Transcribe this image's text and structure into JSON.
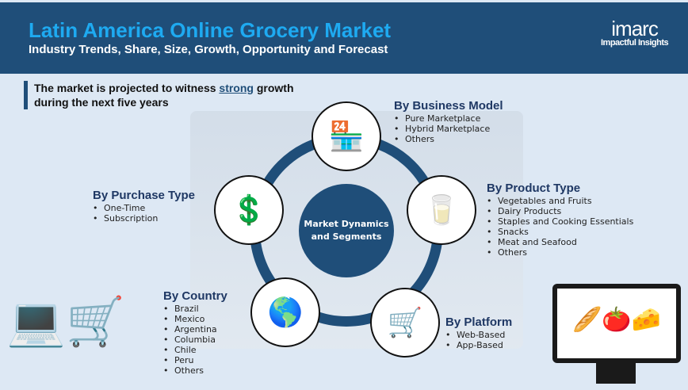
{
  "header": {
    "title": "Latin America Online Grocery Market",
    "subtitle": "Industry Trends, Share, Size, Growth, Opportunity and Forecast",
    "logo": "imarc",
    "logo_tagline": "Impactful Insights"
  },
  "tagline": {
    "before": "The market is projected to witness ",
    "highlight": "strong",
    "after": " growth during the next five years"
  },
  "center": "Market Dynamics and Segments",
  "segments": [
    {
      "title": "By Business Model",
      "items": [
        "Pure Marketplace",
        "Hybrid Marketplace",
        "Others"
      ]
    },
    {
      "title": "By Product Type",
      "items": [
        "Vegetables and Fruits",
        "Dairy Products",
        "Staples and Cooking Essentials",
        "Snacks",
        "Meat and Seafood",
        "Others"
      ]
    },
    {
      "title": "By Platform",
      "items": [
        "Web-Based",
        "App-Based"
      ]
    },
    {
      "title": "By Country",
      "items": [
        "Brazil",
        "Mexico",
        "Argentina",
        "Columbia",
        "Chile",
        "Peru",
        "Others"
      ]
    },
    {
      "title": "By Purchase Type",
      "items": [
        "One-Time",
        "Subscription"
      ]
    }
  ]
}
